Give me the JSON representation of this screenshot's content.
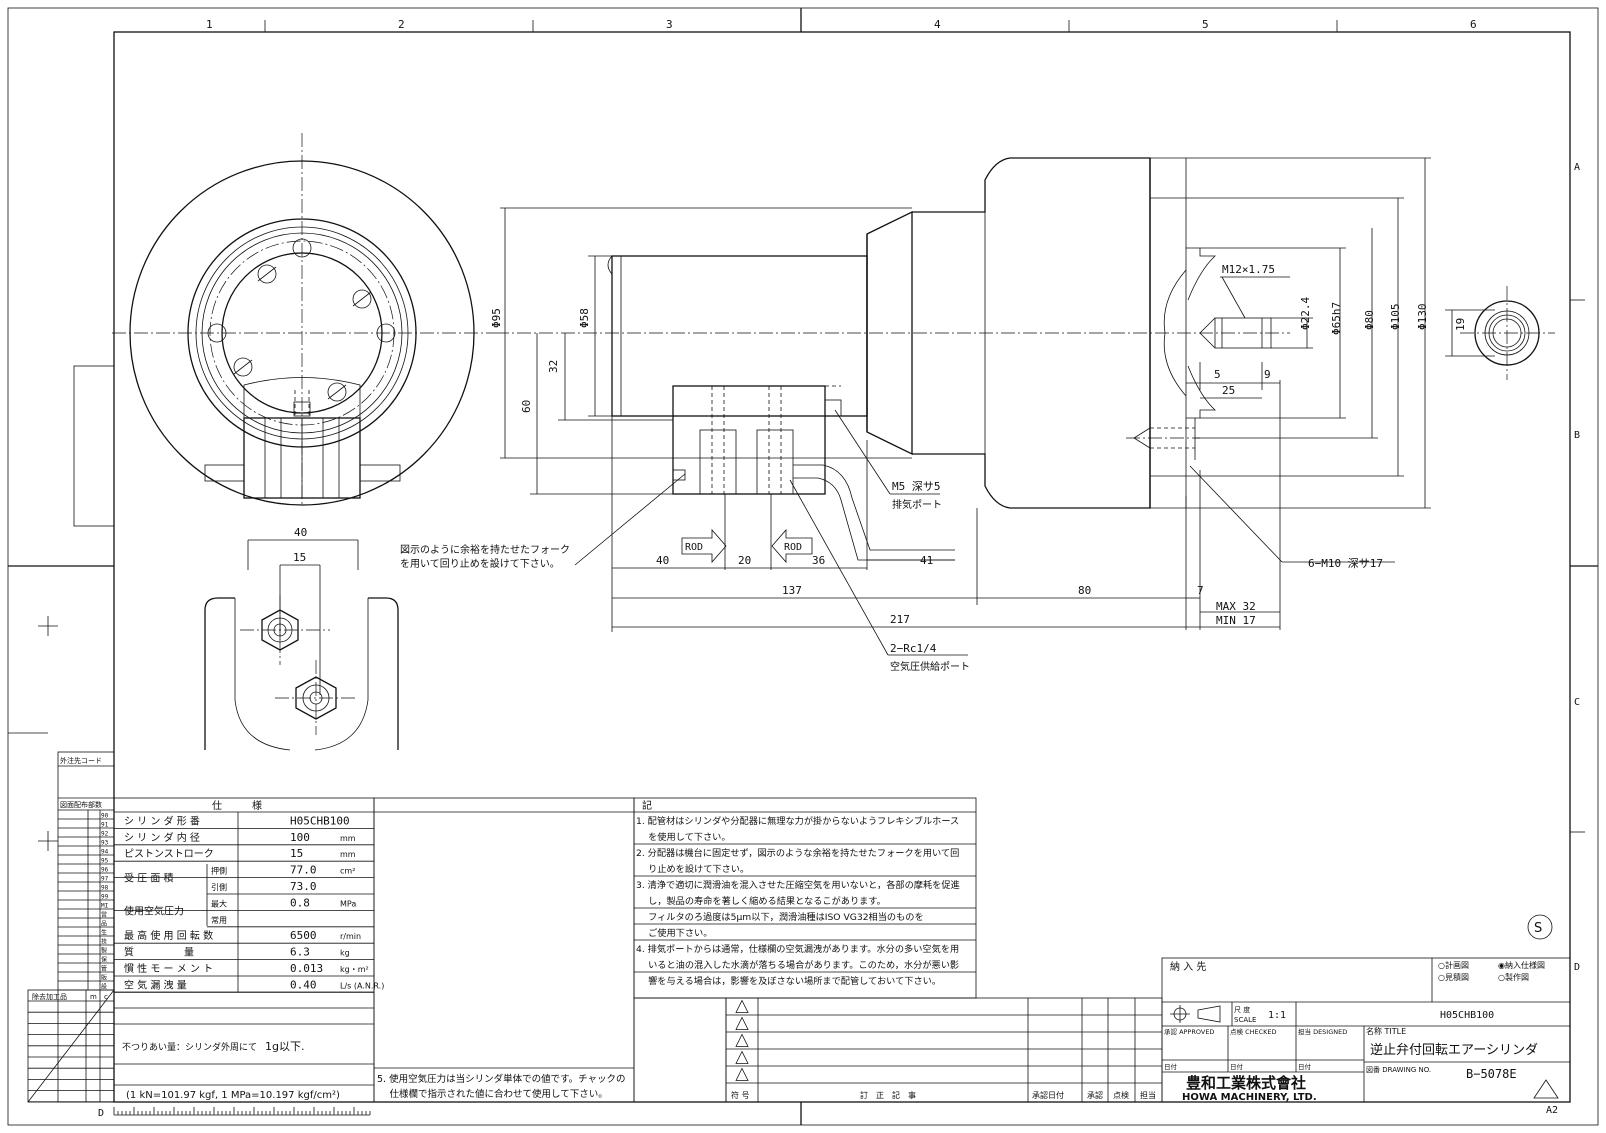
{
  "frame": {
    "zone_cols": [
      "1",
      "2",
      "3",
      "4",
      "5",
      "6"
    ],
    "zone_rows": [
      "A",
      "B",
      "C",
      "D"
    ],
    "sheet_size": "A2",
    "scale_d": "D"
  },
  "dims": {
    "d95": "Φ95",
    "d58": "Φ58",
    "d32": "32",
    "d60": "60",
    "thread": "M12×1.75",
    "d22": "Φ22.4",
    "d65": "Φ65h7",
    "d80": "Φ80",
    "d105": "Φ105",
    "d130": "Φ130",
    "d19": "19",
    "d5": "5",
    "d9": "9",
    "d25": "25",
    "m5": "M5 深サ5",
    "exhaust": "排気ポート",
    "d40a": "40",
    "d20": "20",
    "d36": "36",
    "d41": "41",
    "d137": "137",
    "d80b": "80",
    "d7": "7",
    "d217": "217",
    "max": "MAX 32",
    "min": "MIN 17",
    "m10": "6−M10 深サ17",
    "rc": "2−Rc1/4",
    "supply": "空気圧供給ポート",
    "rod": "ROD",
    "d40b": "40",
    "d15": "15",
    "fork1": "図示のように余裕を持たせたフォーク",
    "fork2": "を用いて回り止めを設けて下さい。"
  },
  "spec": {
    "header": "仕　　　様",
    "rows": [
      {
        "label": "シ リ ン ダ 形 番",
        "sub": "",
        "value": "H05CHB100",
        "unit": ""
      },
      {
        "label": "シ リ ン ダ 内 径",
        "sub": "",
        "value": "100",
        "unit": "mm"
      },
      {
        "label": "ピストンストローク",
        "sub": "",
        "value": "15",
        "unit": "mm"
      },
      {
        "label": "受 圧 面 積",
        "sub": "押側",
        "value": "77.0",
        "unit": "cm²"
      },
      {
        "label": "",
        "sub": "引側",
        "value": "73.0",
        "unit": ""
      },
      {
        "label": "使用空気圧力",
        "sub": "最大",
        "value": "0.8",
        "unit": "MPa"
      },
      {
        "label": "",
        "sub": "常用",
        "value": "",
        "unit": ""
      },
      {
        "label": "最 高 使 用 回 転 数",
        "sub": "",
        "value": "6500",
        "unit": "r/min"
      },
      {
        "label": "質　　　　　量",
        "sub": "",
        "value": "6.3",
        "unit": "kg"
      },
      {
        "label": "慣 性 モ ー メ ン ト",
        "sub": "",
        "value": "0.013",
        "unit": "kg・m²"
      },
      {
        "label": "空 気 漏 洩 量",
        "sub": "",
        "value": "0.40",
        "unit": "L/s (A.N.R.)"
      }
    ],
    "balance": "1g以下.",
    "balance_label": "不つりあい量：シリンダ外周にて",
    "conversion": "(1 kN=101.97 kgf, 1 MPa=10.197 kgf/cm²)"
  },
  "notes": {
    "header": "記",
    "lines": [
      "1. 配管材はシリンダや分配器に無理な力が掛からないようフレキシブルホース",
      "　 を使用して下さい。",
      "2. 分配器は機台に固定せず，図示のような余裕を持たせたフォークを用いて回",
      "　 り止めを設けて下さい。",
      "3. 清浄で適切に潤滑油を混入させた圧縮空気を用いないと，各部の摩耗を促進",
      "　 し，製品の寿命を著しく縮める結果となるこがあります。",
      "　 フィルタのろ過度は5μm以下，潤滑油種はISO VG32相当のものを",
      "　 ご使用下さい。",
      "4. 排気ポートからは通常，仕様欄の空気漏洩があります。水分の多い空気を用",
      "　 いると油の混入した水滴が落ちる場合があります。このため，水分が悪い影",
      "　 響を与える場合は，影響を及ぼさない場所まで配管しておいて下さい。"
    ],
    "note5a": "5. 使用空気圧力は当シリンダ単体での値です。チャックの",
    "note5b": "　 仕様欄で指示された値に合わせて使用して下さい。"
  },
  "revision": {
    "col_sym": "符 号",
    "col_desc": "訂　正　記　事",
    "col_date": "承認日付",
    "col_appr": "承認",
    "col_chk": "点検",
    "col_resp": "担当"
  },
  "title_block": {
    "customer_label": "納 入 先",
    "opts": [
      "○計画図",
      "◉納入仕様図",
      "○見積図",
      "○製作図"
    ],
    "scale_label": "尺 度",
    "scale_en": "SCALE",
    "scale": "1:1",
    "model": "H05CHB100",
    "approved": "承認 APPROVED",
    "checked": "点検 CHECKED",
    "designed": "担当 DESIGNED",
    "title_label": "名称 TITLE",
    "title": "逆止弁付回転エアーシリンダ",
    "date_label": "日付",
    "drawing_no_label": "図番 DRAWING NO.",
    "drawing_no": "B−5078E",
    "company_jp": "豊和工業株式會社",
    "company_en": "HOWA MACHINERY, LTD."
  },
  "left_table": {
    "order_code": "外注先コード",
    "distribution": "図面配布部数",
    "processing": "除去加工品",
    "cols": [
      "m",
      "c"
    ],
    "codes": [
      "90",
      "91",
      "92",
      "93",
      "94",
      "95",
      "96",
      "97",
      "98",
      "99",
      "MI",
      "営",
      "品",
      "生",
      "技",
      "製",
      "保",
      "管",
      "販",
      "設"
    ]
  }
}
